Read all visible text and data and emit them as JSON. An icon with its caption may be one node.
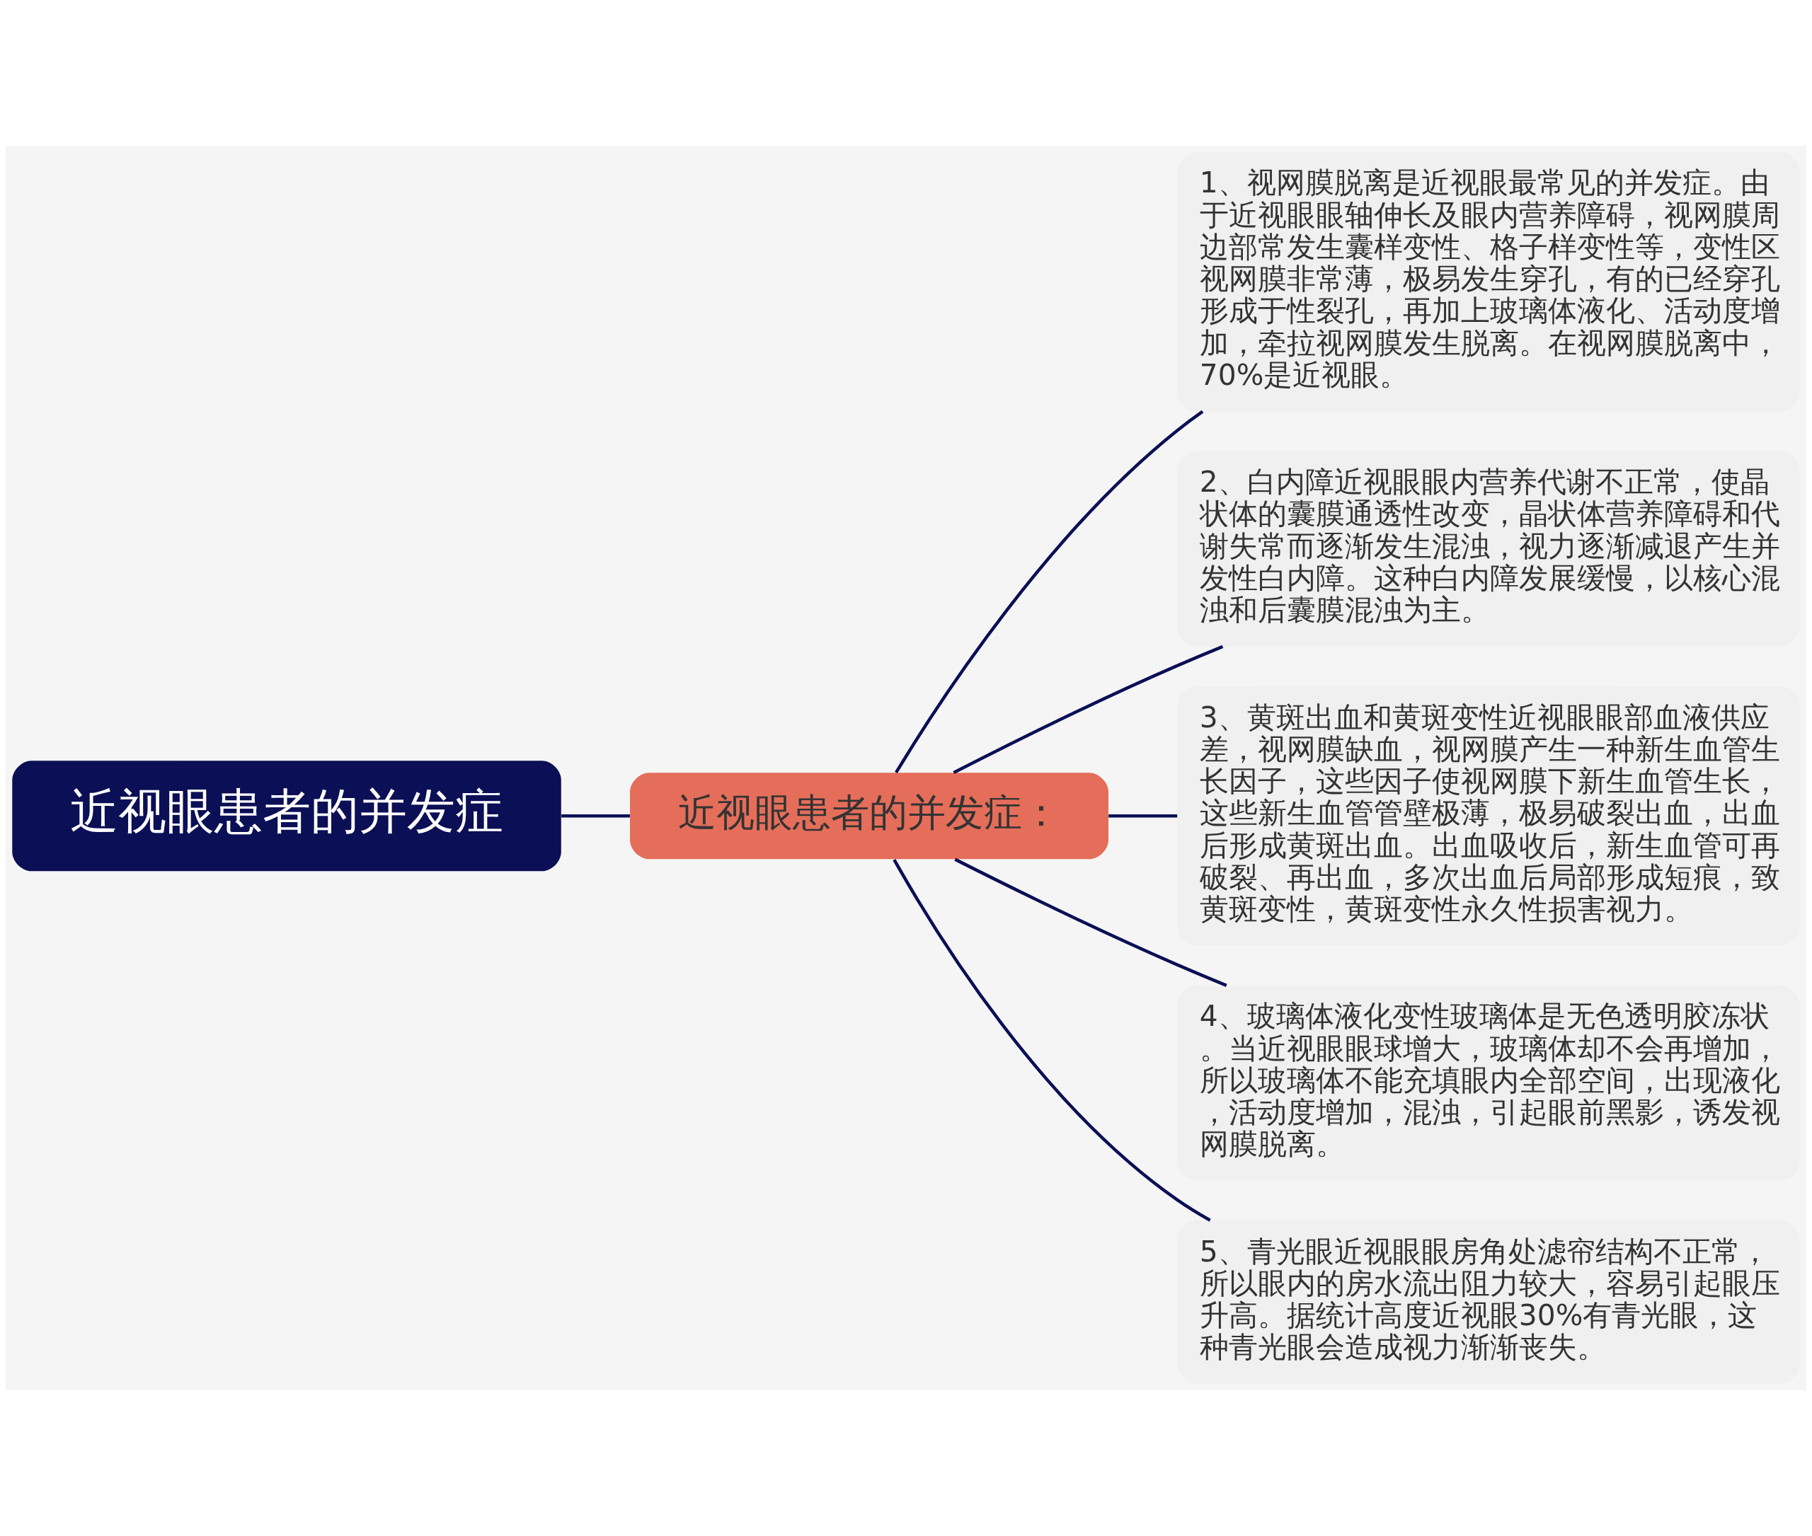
{
  "diagram": {
    "nodes": [
      {
        "text": [
          "近视眼患者的并发症"
        ]
      },
      {
        "text": [
          "近视眼患者的并发症："
        ]
      },
      {
        "text": [
          "1、视网膜脱离是近视眼最常见的并发症。由于近视眼眼轴伸长及眼内营养障碍，视网膜周边部常发生囊样变性、格子样变性等，变性区视网膜非常薄，极易发生穿孔，有的已经穿孔形成于性裂孔，再加上玻璃体液化、活动度增加，牵拉视网膜发生脱离。在视网膜脱离中，70%是近视眼。"
        ]
      },
      {
        "text": [
          "2、白内障近视眼眼内营养代谢不正常，使晶状体的囊膜通透性改变，晶状体营养障碍和代谢失常而逐渐发生混浊，视力逐渐减退产生并发性白内障。这种白内障发展缓慢，以核心混浊和后囊膜混浊为主。"
        ]
      },
      {
        "text": [
          "3、黄斑出血和黄斑变性近视眼眼部血液供应差，视网膜缺血，视网膜产生一种新生血管生长因子，这些因子使视网膜下新生血管生长，这些新生血管管壁极薄，极易破裂出血，出血后形成黄斑出血。出血吸收后，新生血管可再破裂、再出血，多次出血后局部形成短痕，致黄斑变性，黄斑变性永久性损害视力。"
        ]
      },
      {
        "text": [
          "4、玻璃体液化变性玻璃体是无色透明胶冻状。当近视眼眼球增大，玻璃体却不会再增加，所以玻璃体不能充填眼内全部空间，出现液化，活动度增加，混浊，引起眼前黑影，诱发视网膜脱离。"
        ]
      },
      {
        "text": [
          "5、青光眼近视眼眼房角处滤帘结构不正常，所以眼内的房水流出阻力较大，容易引起眼压升高。据统计高度近视眼30%有青光眼，这种青光眼会造成视力渐渐丧失。"
        ]
      }
    ],
    "edges": [
      {
        "from": 0,
        "to": 1,
        "arrow": "none"
      },
      {
        "from": 1,
        "to": 2,
        "arrow": "none"
      },
      {
        "from": 1,
        "to": 3,
        "arrow": "none"
      },
      {
        "from": 1,
        "to": 4,
        "arrow": "none"
      },
      {
        "from": 1,
        "to": 5,
        "arrow": "none"
      },
      {
        "from": 1,
        "to": 6,
        "arrow": "none"
      }
    ]
  }
}
